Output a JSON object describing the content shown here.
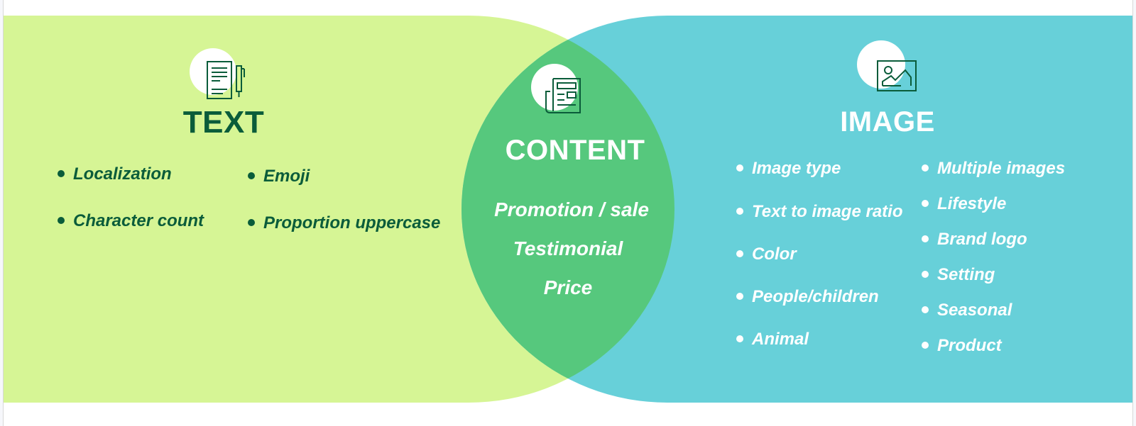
{
  "colors": {
    "text_circle": "#D6F595",
    "image_circle": "#67D0D9",
    "overlap": "#56C87D",
    "dark_green": "#0A5C3A",
    "white": "#FFFFFF"
  },
  "text_section": {
    "icon": "document-pen-icon",
    "title": "TEXT",
    "items": [
      {
        "label": "Localization"
      },
      {
        "label": "Emoji"
      },
      {
        "label": "Character count"
      },
      {
        "label": "Proportion uppercase"
      }
    ]
  },
  "content_section": {
    "icon": "newspaper-icon",
    "title": "CONTENT",
    "items": [
      {
        "label": "Promotion / sale"
      },
      {
        "label": "Testimonial"
      },
      {
        "label": "Price"
      }
    ]
  },
  "image_section": {
    "icon": "picture-frame-icon",
    "title": "IMAGE",
    "items_col1": [
      {
        "label": "Image type"
      },
      {
        "label": "Text to image ratio"
      },
      {
        "label": "Color"
      },
      {
        "label": "People/children"
      },
      {
        "label": "Animal"
      }
    ],
    "items_col2": [
      {
        "label": "Multiple images"
      },
      {
        "label": "Lifestyle"
      },
      {
        "label": "Brand logo"
      },
      {
        "label": "Setting"
      },
      {
        "label": "Seasonal"
      },
      {
        "label": "Product"
      }
    ]
  }
}
